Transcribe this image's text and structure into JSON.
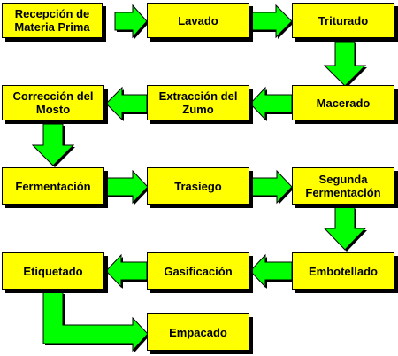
{
  "colors": {
    "box_fill": "#ffff00",
    "arrow_fill": "#00ff00",
    "outline": "#000000"
  },
  "steps": [
    {
      "id": "recepcion",
      "lines": [
        "Recepción de",
        "Materia Prima"
      ]
    },
    {
      "id": "lavado",
      "lines": [
        "Lavado"
      ]
    },
    {
      "id": "triturado",
      "lines": [
        "Triturado"
      ]
    },
    {
      "id": "correccion",
      "lines": [
        "Corrección del",
        "Mosto"
      ]
    },
    {
      "id": "extraccion",
      "lines": [
        "Extracción del",
        "Zumo"
      ]
    },
    {
      "id": "macerado",
      "lines": [
        "Macerado"
      ]
    },
    {
      "id": "fermentacion",
      "lines": [
        "Fermentación"
      ]
    },
    {
      "id": "trasiego",
      "lines": [
        "Trasiego"
      ]
    },
    {
      "id": "segunda",
      "lines": [
        "Segunda",
        "Fermentación"
      ]
    },
    {
      "id": "etiquetado",
      "lines": [
        "Etiquetado"
      ]
    },
    {
      "id": "gasificacion",
      "lines": [
        "Gasificación"
      ]
    },
    {
      "id": "embotellado",
      "lines": [
        "Embotellado"
      ]
    },
    {
      "id": "empacado",
      "lines": [
        "Empacado"
      ]
    }
  ],
  "flow": [
    [
      "recepcion",
      "lavado"
    ],
    [
      "lavado",
      "triturado"
    ],
    [
      "triturado",
      "macerado"
    ],
    [
      "macerado",
      "extraccion"
    ],
    [
      "extraccion",
      "correccion"
    ],
    [
      "correccion",
      "fermentacion"
    ],
    [
      "fermentacion",
      "trasiego"
    ],
    [
      "trasiego",
      "segunda"
    ],
    [
      "segunda",
      "embotellado"
    ],
    [
      "embotellado",
      "gasificacion"
    ],
    [
      "gasificacion",
      "etiquetado"
    ],
    [
      "etiquetado",
      "empacado"
    ]
  ]
}
